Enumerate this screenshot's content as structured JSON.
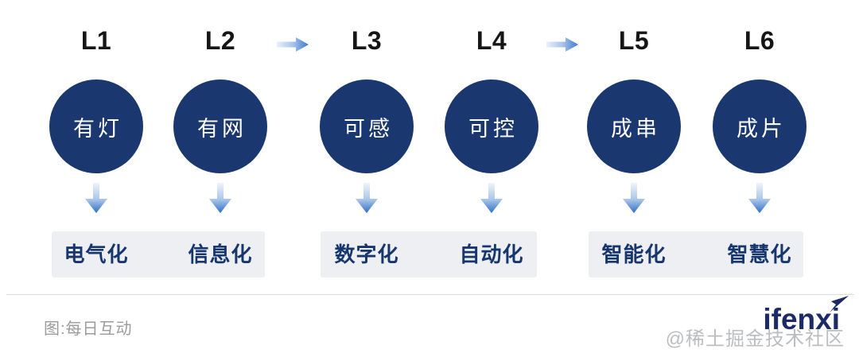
{
  "diagram": {
    "levels": [
      {
        "id": "L1",
        "circle": "有灯",
        "stage": "电气化"
      },
      {
        "id": "L2",
        "circle": "有网",
        "stage": "信息化"
      },
      {
        "id": "L3",
        "circle": "可感",
        "stage": "数字化"
      },
      {
        "id": "L4",
        "circle": "可控",
        "stage": "自动化"
      },
      {
        "id": "L5",
        "circle": "成串",
        "stage": "智能化"
      },
      {
        "id": "L6",
        "circle": "成片",
        "stage": "智慧化"
      }
    ],
    "groups": [
      {
        "levels": "L1-L2"
      },
      {
        "levels": "L3-L4"
      },
      {
        "levels": "L5-L6"
      }
    ],
    "flow_arrows_between": [
      "L2-L3",
      "L4-L5"
    ]
  },
  "footer": {
    "caption": "图:每日互动",
    "logo": "ifenxi",
    "watermark": "@稀土掘金技术社区"
  },
  "colors": {
    "circle_fill": "#1a386f",
    "circle_text": "#ffffff",
    "stage_box_bg": "#edeff3",
    "stage_text": "#16366d",
    "arrow_gradient_start": "#eaf1fa",
    "arrow_gradient_end": "#2f6fc4",
    "level_label_text": "#161616",
    "caption_text": "#9b9b9b",
    "logo_navy": "#1c2b66",
    "divider": "#dcdcdc"
  },
  "icons": {
    "right_arrow": "gradient right arrow",
    "down_arrow": "gradient down arrow",
    "logo_arrow": "northeast dart arrow"
  }
}
